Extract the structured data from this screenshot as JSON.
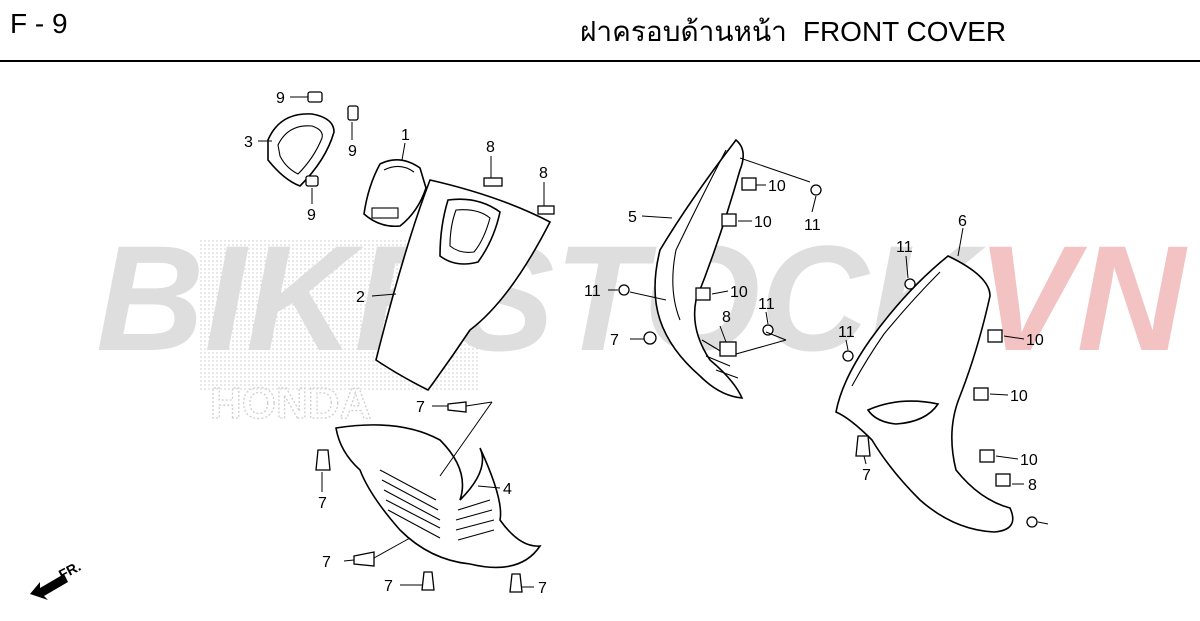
{
  "header": {
    "sheet_code": "F - 9",
    "title_th": "ฝาครอบด้านหน้า",
    "title_en": "FRONT COVER"
  },
  "watermark": {
    "text": "BIKESTOCKVN",
    "grey_part": "BIKESTOCK",
    "red_part": "VN",
    "grey_color": "#d9d9d9",
    "red_color": "#f2b8b8",
    "brand": "HONDA"
  },
  "direction_marker": {
    "label": "FR."
  },
  "callouts": {
    "c1": "1",
    "c2": "2",
    "c3": "3",
    "c4": "4",
    "c5": "5",
    "c6": "6",
    "c9a": "9",
    "c9b": "9",
    "c9c": "9",
    "c8a": "8",
    "c8b": "8",
    "c8c": "8",
    "c8d": "8",
    "c10a": "10",
    "c10b": "10",
    "c10c": "10",
    "c10d": "10",
    "c10e": "10",
    "c10f": "10",
    "c11a": "11",
    "c11b": "11",
    "c11c": "11",
    "c11d": "11",
    "c11e": "11",
    "c7a": "7",
    "c7b": "7",
    "c7c": "7",
    "c7d": "7",
    "c7e": "7",
    "c7f": "7",
    "c7g": "7"
  }
}
